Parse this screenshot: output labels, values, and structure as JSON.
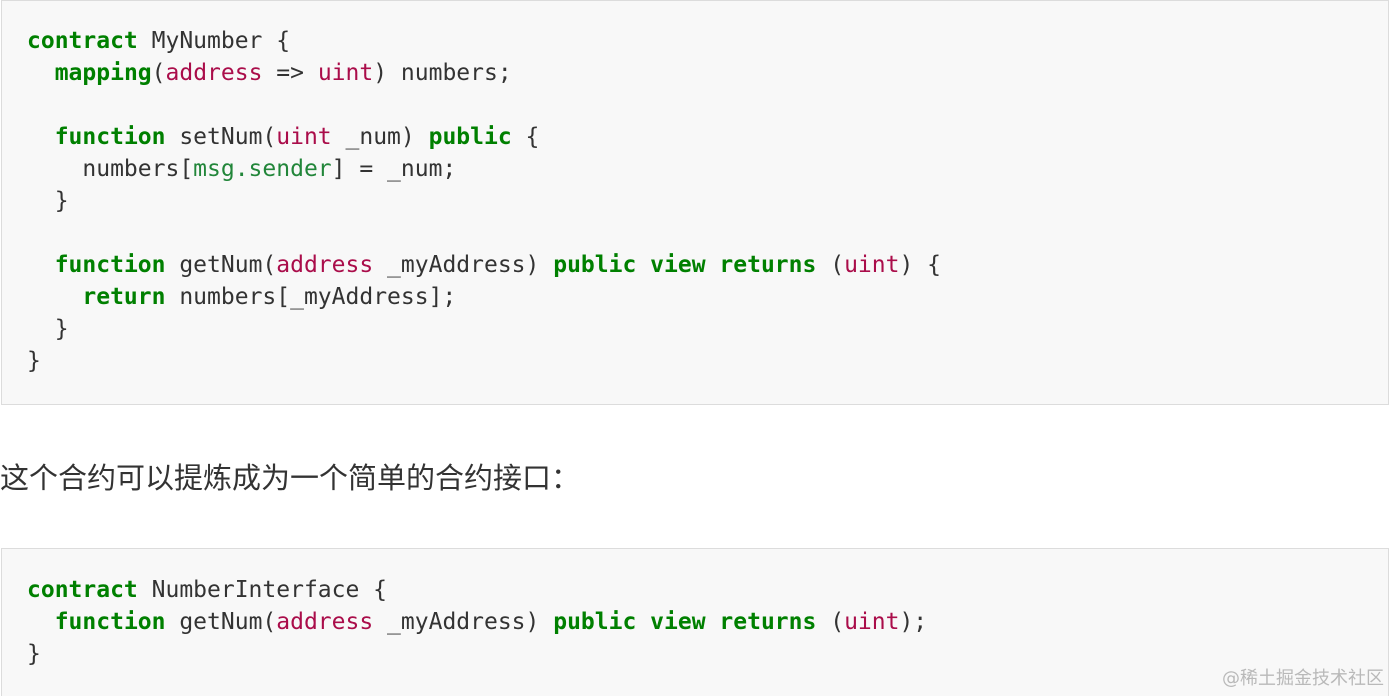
{
  "colors": {
    "keyword": "#008000",
    "type": "#aa0d4a",
    "variable": "#22863a",
    "plain": "#333333",
    "code_background": "#f8f8f8",
    "code_border": "#dcdcdc",
    "watermark": "#b9b9b9"
  },
  "code_blocks": [
    {
      "lines": [
        [
          {
            "t": "kw",
            "v": "contract"
          },
          {
            "t": "plain",
            "v": " MyNumber {"
          }
        ],
        [
          {
            "t": "plain",
            "v": "  "
          },
          {
            "t": "kw",
            "v": "mapping"
          },
          {
            "t": "plain",
            "v": "("
          },
          {
            "t": "type",
            "v": "address"
          },
          {
            "t": "plain",
            "v": " => "
          },
          {
            "t": "type",
            "v": "uint"
          },
          {
            "t": "plain",
            "v": ") numbers;"
          }
        ],
        [],
        [
          {
            "t": "plain",
            "v": "  "
          },
          {
            "t": "kw",
            "v": "function"
          },
          {
            "t": "plain",
            "v": " setNum("
          },
          {
            "t": "type",
            "v": "uint"
          },
          {
            "t": "plain",
            "v": " _num) "
          },
          {
            "t": "kw",
            "v": "public"
          },
          {
            "t": "plain",
            "v": " {"
          }
        ],
        [
          {
            "t": "plain",
            "v": "    numbers["
          },
          {
            "t": "var",
            "v": "msg.sender"
          },
          {
            "t": "plain",
            "v": "] = _num;"
          }
        ],
        [
          {
            "t": "plain",
            "v": "  }"
          }
        ],
        [],
        [
          {
            "t": "plain",
            "v": "  "
          },
          {
            "t": "kw",
            "v": "function"
          },
          {
            "t": "plain",
            "v": " getNum("
          },
          {
            "t": "type",
            "v": "address"
          },
          {
            "t": "plain",
            "v": " _myAddress) "
          },
          {
            "t": "kw",
            "v": "public"
          },
          {
            "t": "plain",
            "v": " "
          },
          {
            "t": "kw",
            "v": "view"
          },
          {
            "t": "plain",
            "v": " "
          },
          {
            "t": "kw",
            "v": "returns"
          },
          {
            "t": "plain",
            "v": " ("
          },
          {
            "t": "type",
            "v": "uint"
          },
          {
            "t": "plain",
            "v": ") {"
          }
        ],
        [
          {
            "t": "plain",
            "v": "    "
          },
          {
            "t": "kw",
            "v": "return"
          },
          {
            "t": "plain",
            "v": " numbers[_myAddress];"
          }
        ],
        [
          {
            "t": "plain",
            "v": "  }"
          }
        ],
        [
          {
            "t": "plain",
            "v": "}"
          }
        ]
      ]
    },
    {
      "lines": [
        [
          {
            "t": "kw",
            "v": "contract"
          },
          {
            "t": "plain",
            "v": " NumberInterface {"
          }
        ],
        [
          {
            "t": "plain",
            "v": "  "
          },
          {
            "t": "kw",
            "v": "function"
          },
          {
            "t": "plain",
            "v": " getNum("
          },
          {
            "t": "type",
            "v": "address"
          },
          {
            "t": "plain",
            "v": " _myAddress) "
          },
          {
            "t": "kw",
            "v": "public"
          },
          {
            "t": "plain",
            "v": " "
          },
          {
            "t": "kw",
            "v": "view"
          },
          {
            "t": "plain",
            "v": " "
          },
          {
            "t": "kw",
            "v": "returns"
          },
          {
            "t": "plain",
            "v": " ("
          },
          {
            "t": "type",
            "v": "uint"
          },
          {
            "t": "plain",
            "v": ");"
          }
        ],
        [
          {
            "t": "plain",
            "v": "}"
          }
        ]
      ]
    }
  ],
  "paragraph": "这个合约可以提炼成为一个简单的合约接口：",
  "watermark": "@稀土掘金技术社区"
}
